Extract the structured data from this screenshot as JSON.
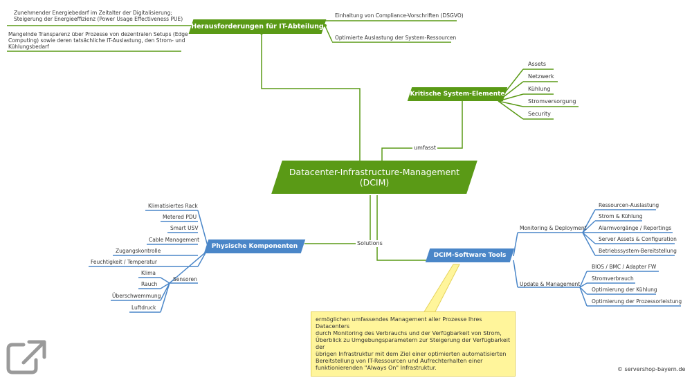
{
  "central": {
    "line1": "Datacenter-Infrastructure-Management",
    "line2": "(DCIM)"
  },
  "challenges": {
    "title": "Herausforderungen für IT-Abteilung",
    "left": [
      {
        "line1": "Zunehmender Energiebedarf im Zeitalter der Digitalisierung;",
        "line2": "Steigerung der Energieeffizienz (Power Usage Effectiveness PUE)"
      },
      {
        "line1": "Mangelnde Transparenz über Prozesse von dezentralen Setups (Edge",
        "line2": "Computing) sowie deren tatsächliche IT-Auslastung, den Strom- und",
        "line3": "Kühlungsbedarf"
      }
    ],
    "right": [
      "Einhaltung von Compliance-Vorschriften (DSGVO)",
      "Optimierte Auslastung der System-Ressourcen"
    ]
  },
  "critical": {
    "title": "Kritische System-Elemente",
    "connector": "umfasst",
    "items": [
      "Assets",
      "Netzwerk",
      "Kühlung",
      "Stromversorgung",
      "Security"
    ]
  },
  "physical": {
    "title": "Physische Komponenten",
    "connector": "Solutions",
    "items_top": [
      "Klimatisiertes Rack",
      "Metered PDU",
      "Smart USV",
      "Cable Management",
      "Zugangskontrolle",
      "Feuchtigkeit / Temperatur"
    ],
    "sensors_label": "Sensoren",
    "sensors": [
      "Klima",
      "Rauch",
      "Überschwemmung",
      "Luftdruck"
    ]
  },
  "software": {
    "title": "DCIM-Software Tools",
    "monitoring_label": "Monitoring & Deployment",
    "monitoring": [
      "Ressourcen-Auslastung",
      "Strom & Kühlung",
      "Alarmvorgänge / Reportings",
      "Server Assets & Configuration",
      "Betriebssystem-Bereitstellung"
    ],
    "update_label": "Update & Management",
    "update": [
      "BIOS / BMC / Adapter FW",
      "Stromverbrauch",
      "Optimierung der Kühlung",
      "Optimierung der Prozessorleistung"
    ]
  },
  "callout": {
    "lines": [
      "ermöglichen umfassendes Management aller Prozesse Ihres Datacenters",
      "durch Monitoring des Verbrauchs und der Verfügbarkeit von Strom,",
      "Überblick zu Umgebungsparametern zur Steigerung der Verfügbarkeit der",
      "übrigen Infrastruktur mit dem Ziel einer optimierten automatisierten",
      "Bereitstellung von IT-Ressourcen und Aufrechterhalten einer",
      "funktionierenden \"Always On\" Infrastruktur."
    ]
  },
  "copyright": "© servershop-bayern.de",
  "icons": {
    "export": "external-link-icon"
  },
  "colors": {
    "green": "#5a9a16",
    "blue": "#4a86c8",
    "callout": "#fff59b"
  }
}
